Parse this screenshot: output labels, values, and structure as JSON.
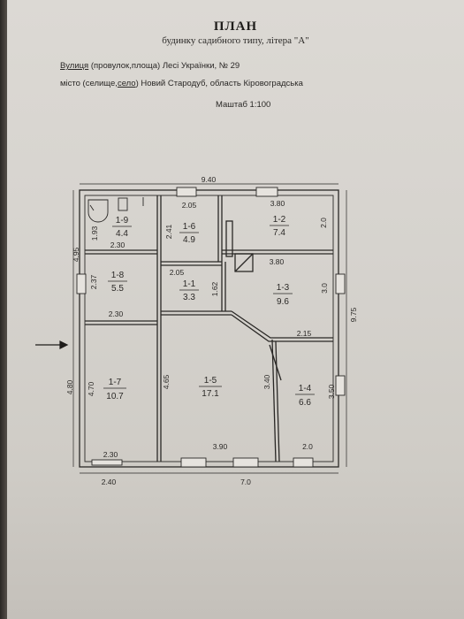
{
  "header": {
    "title": "ПЛАН",
    "subtitle": "будинку садибного типу, літера \"А\"",
    "street_label": "Вулиця",
    "street_rest": " (провулок,площа) Лесі Українки, № 29",
    "city_label": "місто (селище,",
    "city_village": "село",
    "city_rest": ") Новий Стародуб, область  Кіровоградська",
    "scale": "Маштаб 1:100"
  },
  "rooms": [
    {
      "id": "1-9",
      "area": "4.4"
    },
    {
      "id": "1-6",
      "area": "4.9"
    },
    {
      "id": "1-2",
      "area": "7.4"
    },
    {
      "id": "1-8",
      "area": "5.5"
    },
    {
      "id": "1-1",
      "area": "3.3"
    },
    {
      "id": "1-3",
      "area": "9.6"
    },
    {
      "id": "1-7",
      "area": "10.7"
    },
    {
      "id": "1-5",
      "area": "17.1"
    },
    {
      "id": "1-4",
      "area": "6.6"
    }
  ],
  "dimensions": {
    "overall_top": "9.40",
    "overall_bottom_left": "2.40",
    "overall_bottom_right": "7.0",
    "left_upper": "4.95",
    "left_lower": "4.80",
    "right_total": "9.75",
    "d_2_05_top": "2.05",
    "d_3_80_top": "3.80",
    "d_1_93": "1.93",
    "d_2_41": "2.41",
    "d_2_0": "2.0",
    "d_2_30_a": "2.30",
    "d_2_05_mid": "2.05",
    "d_3_80_mid": "3.80",
    "d_2_37": "2.37",
    "d_1_62": "1.62",
    "d_3_0": "3.0",
    "d_2_30_b": "2.30",
    "d_2_15": "2.15",
    "d_4_70": "4.70",
    "d_4_65": "4.65",
    "d_3_40": "3.40",
    "d_3_50": "3.50",
    "d_2_30_c": "2.30",
    "d_3_90": "3.90",
    "d_2_0_bottom": "2.0"
  }
}
